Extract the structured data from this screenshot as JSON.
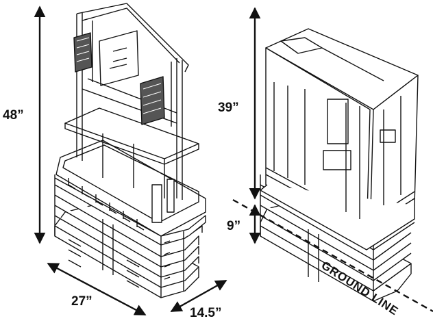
{
  "dimensions": {
    "left_height": "48”",
    "left_width": "27”",
    "left_depth": "14.5”",
    "right_height_above_ground": "39”",
    "right_below_ground": "9”"
  },
  "ground_label": "GROUND LINE",
  "colors": {
    "line": "#111111",
    "fill": "#ffffff",
    "shade": "#555555"
  }
}
